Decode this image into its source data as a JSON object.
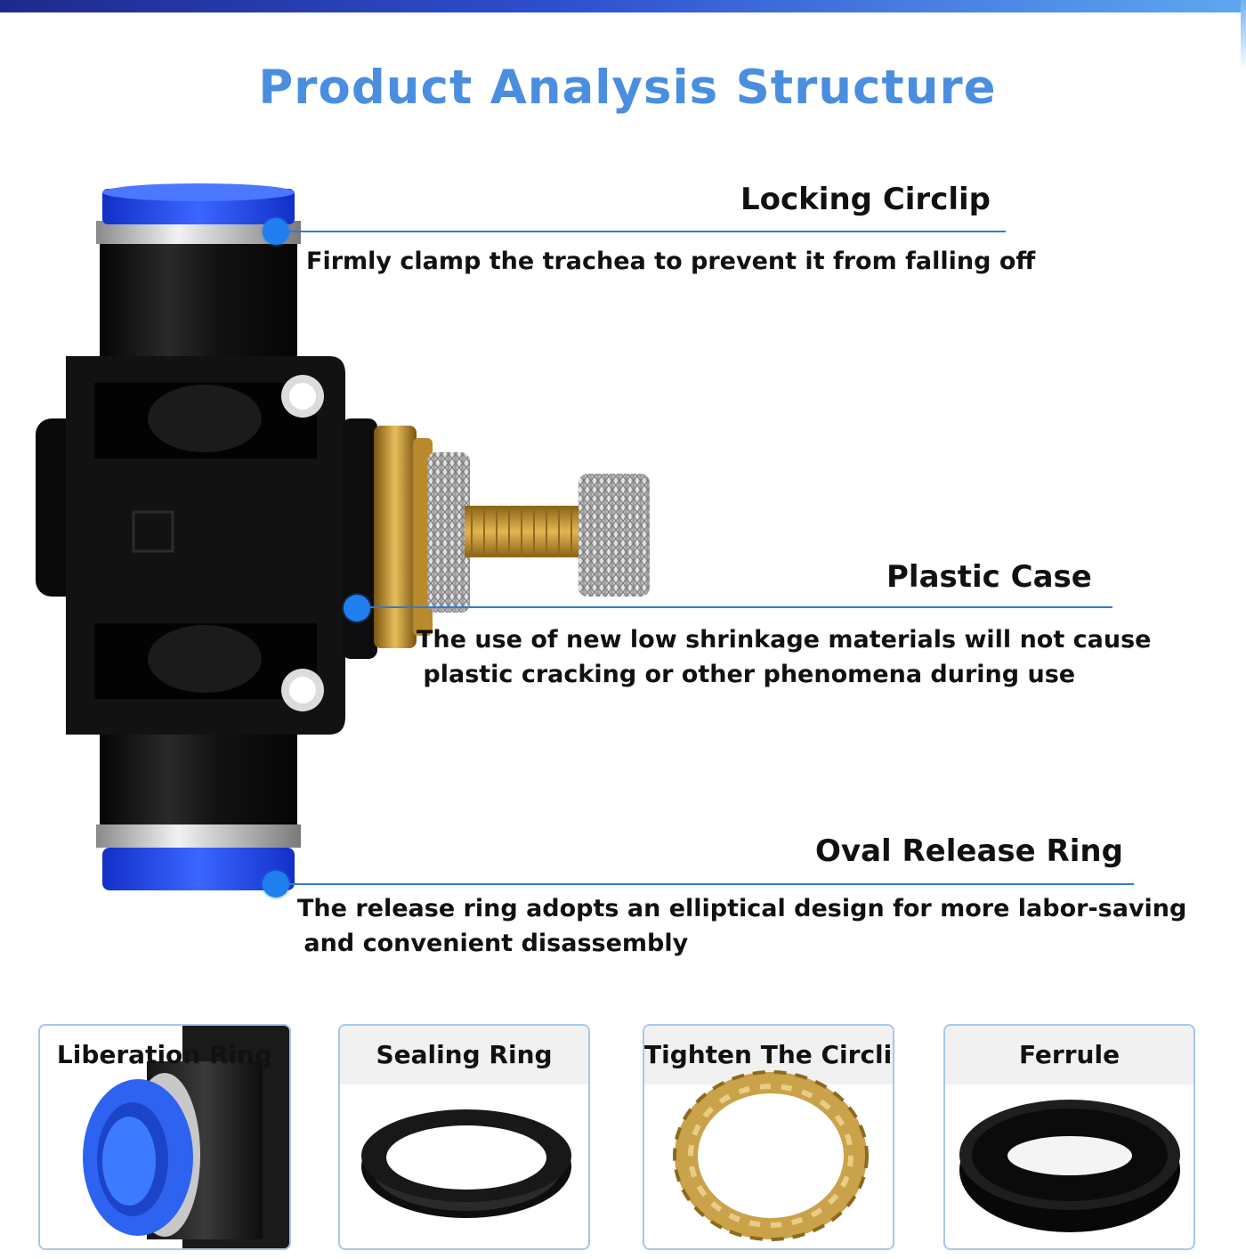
{
  "page": {
    "title": "Product Analysis Structure",
    "accent_color": "#4a8ee0",
    "marker_color": "#1f7fee"
  },
  "callouts": [
    {
      "label": "Locking Circlip",
      "desc_lines": [
        "Firmly clamp the trachea to prevent it from falling off"
      ]
    },
    {
      "label": "Plastic Case",
      "desc_lines": [
        "The use of new low shrinkage materials will not cause",
        " plastic cracking or other phenomena during use"
      ]
    },
    {
      "label": "Oval Release Ring",
      "desc_lines": [
        "The release ring adopts an elliptical design for more labor-saving",
        " and convenient disassembly"
      ]
    }
  ],
  "parts": [
    {
      "name": "Liberation Ring",
      "icon": "liberation-ring-icon"
    },
    {
      "name": "Sealing Ring",
      "icon": "sealing-ring-icon"
    },
    {
      "name": "Tighten The Circlip",
      "icon": "circlip-icon"
    },
    {
      "name": "Ferrule",
      "icon": "ferrule-icon"
    }
  ]
}
